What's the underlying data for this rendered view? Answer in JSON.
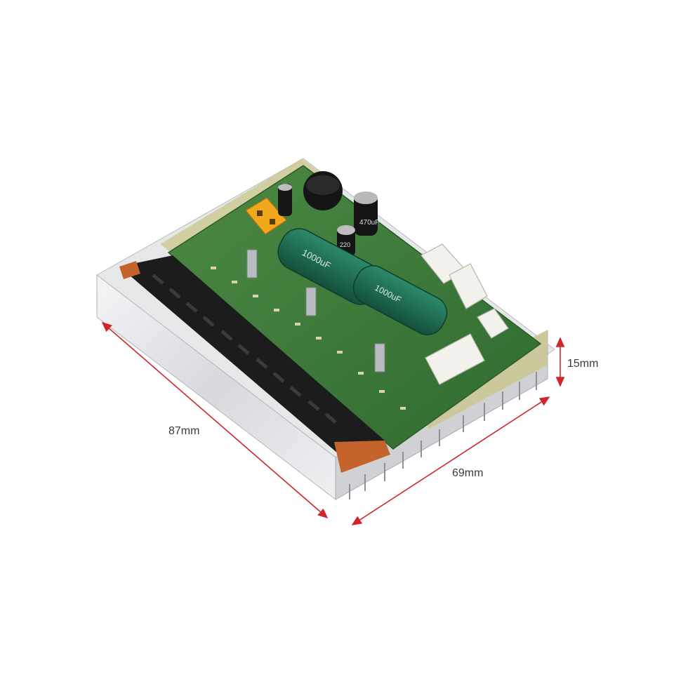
{
  "dimensions": {
    "length": "87mm",
    "width": "69mm",
    "height": "15mm"
  },
  "board_print": {
    "capacitor_large": "1000uF",
    "capacitor_large_alt": "1000uF",
    "capacitor_small_a": "470uF",
    "capacitor_small_b": "220"
  },
  "colors": {
    "dimension_line": "#d0262a",
    "pcb": "#3d7a3a",
    "heatsink": "#d8d9dc",
    "capacitor": "#1f6b52",
    "connector": "#f2f1ec",
    "xt30": "#f2a81c"
  }
}
